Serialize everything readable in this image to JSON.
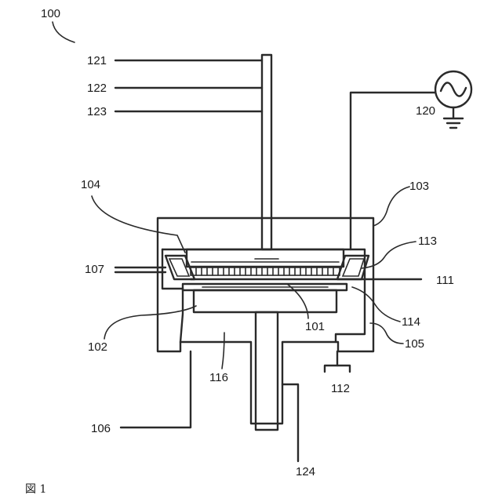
{
  "figure": {
    "ref_main": "100",
    "caption": "図 1"
  },
  "labels": {
    "r121": "121",
    "r122": "122",
    "r123": "123",
    "r120": "120",
    "r104": "104",
    "r103": "103",
    "r113": "113",
    "r107": "107",
    "r111": "111",
    "r114": "114",
    "r101": "101",
    "r102": "102",
    "r105": "105",
    "r116": "116",
    "r112": "112",
    "r106": "106",
    "r124": "124"
  }
}
